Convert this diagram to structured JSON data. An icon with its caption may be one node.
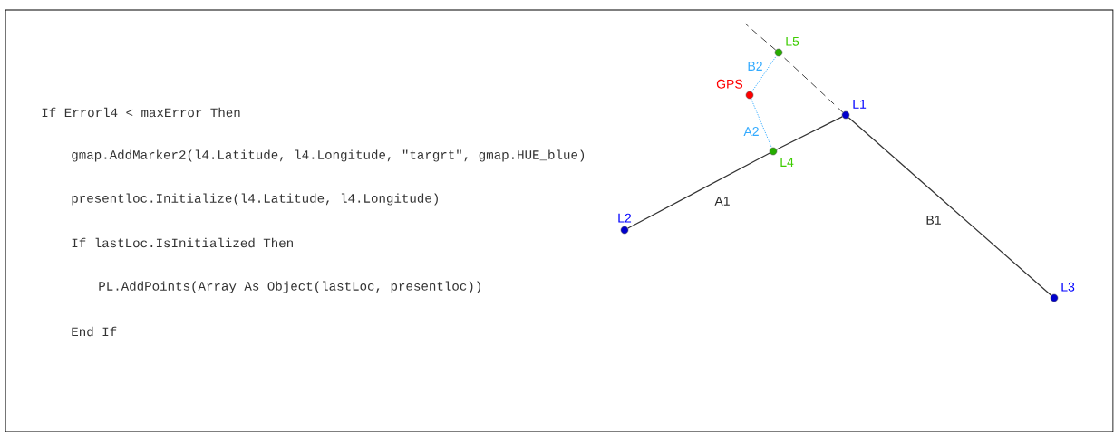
{
  "diagram": {
    "nodes": [
      {
        "text": [],
        "shape": "circle",
        "beside": [
          "L5"
        ]
      },
      {
        "text": [],
        "shape": "circle",
        "beside": [
          "GPS"
        ]
      },
      {
        "text": [],
        "shape": "circle",
        "beside": [
          "L1"
        ]
      },
      {
        "text": [],
        "shape": "circle",
        "beside": [
          "L4"
        ]
      },
      {
        "text": [],
        "shape": "circle",
        "beside": [
          "L2"
        ]
      },
      {
        "text": [],
        "shape": "circle",
        "beside": [
          "L3"
        ]
      }
    ],
    "edges": [
      {
        "from": 4,
        "to": 3,
        "arrow": "none",
        "label": "A1"
      },
      {
        "from": 3,
        "to": 2,
        "arrow": "none"
      },
      {
        "from": 2,
        "to": 5,
        "arrow": "none",
        "label": "B1"
      },
      {
        "from": 2,
        "to": 0,
        "arrow": "none",
        "style": "dashed"
      },
      {
        "from": 0,
        "to": null,
        "arrow": "none",
        "style": "dashed"
      },
      {
        "from": 1,
        "to": 0,
        "arrow": "none",
        "style": "dashed",
        "color": "#33aaff",
        "label": "B2"
      },
      {
        "from": 1,
        "to": 3,
        "arrow": "none",
        "style": "dashed",
        "color": "#33aaff",
        "label": "A2"
      }
    ],
    "labels": [
      "If Errorl4 < maxError Then",
      "gmap.AddMarker2(l4.Latitude, l4.Longitude, \"targrt\", gmap.HUE_blue)",
      "presentloc.Initialize(l4.Latitude, l4.Longitude)",
      "If lastLoc.IsInitialized Then",
      "PL.AddPoints(Array As Object(lastLoc, presentloc))",
      "End If"
    ]
  }
}
